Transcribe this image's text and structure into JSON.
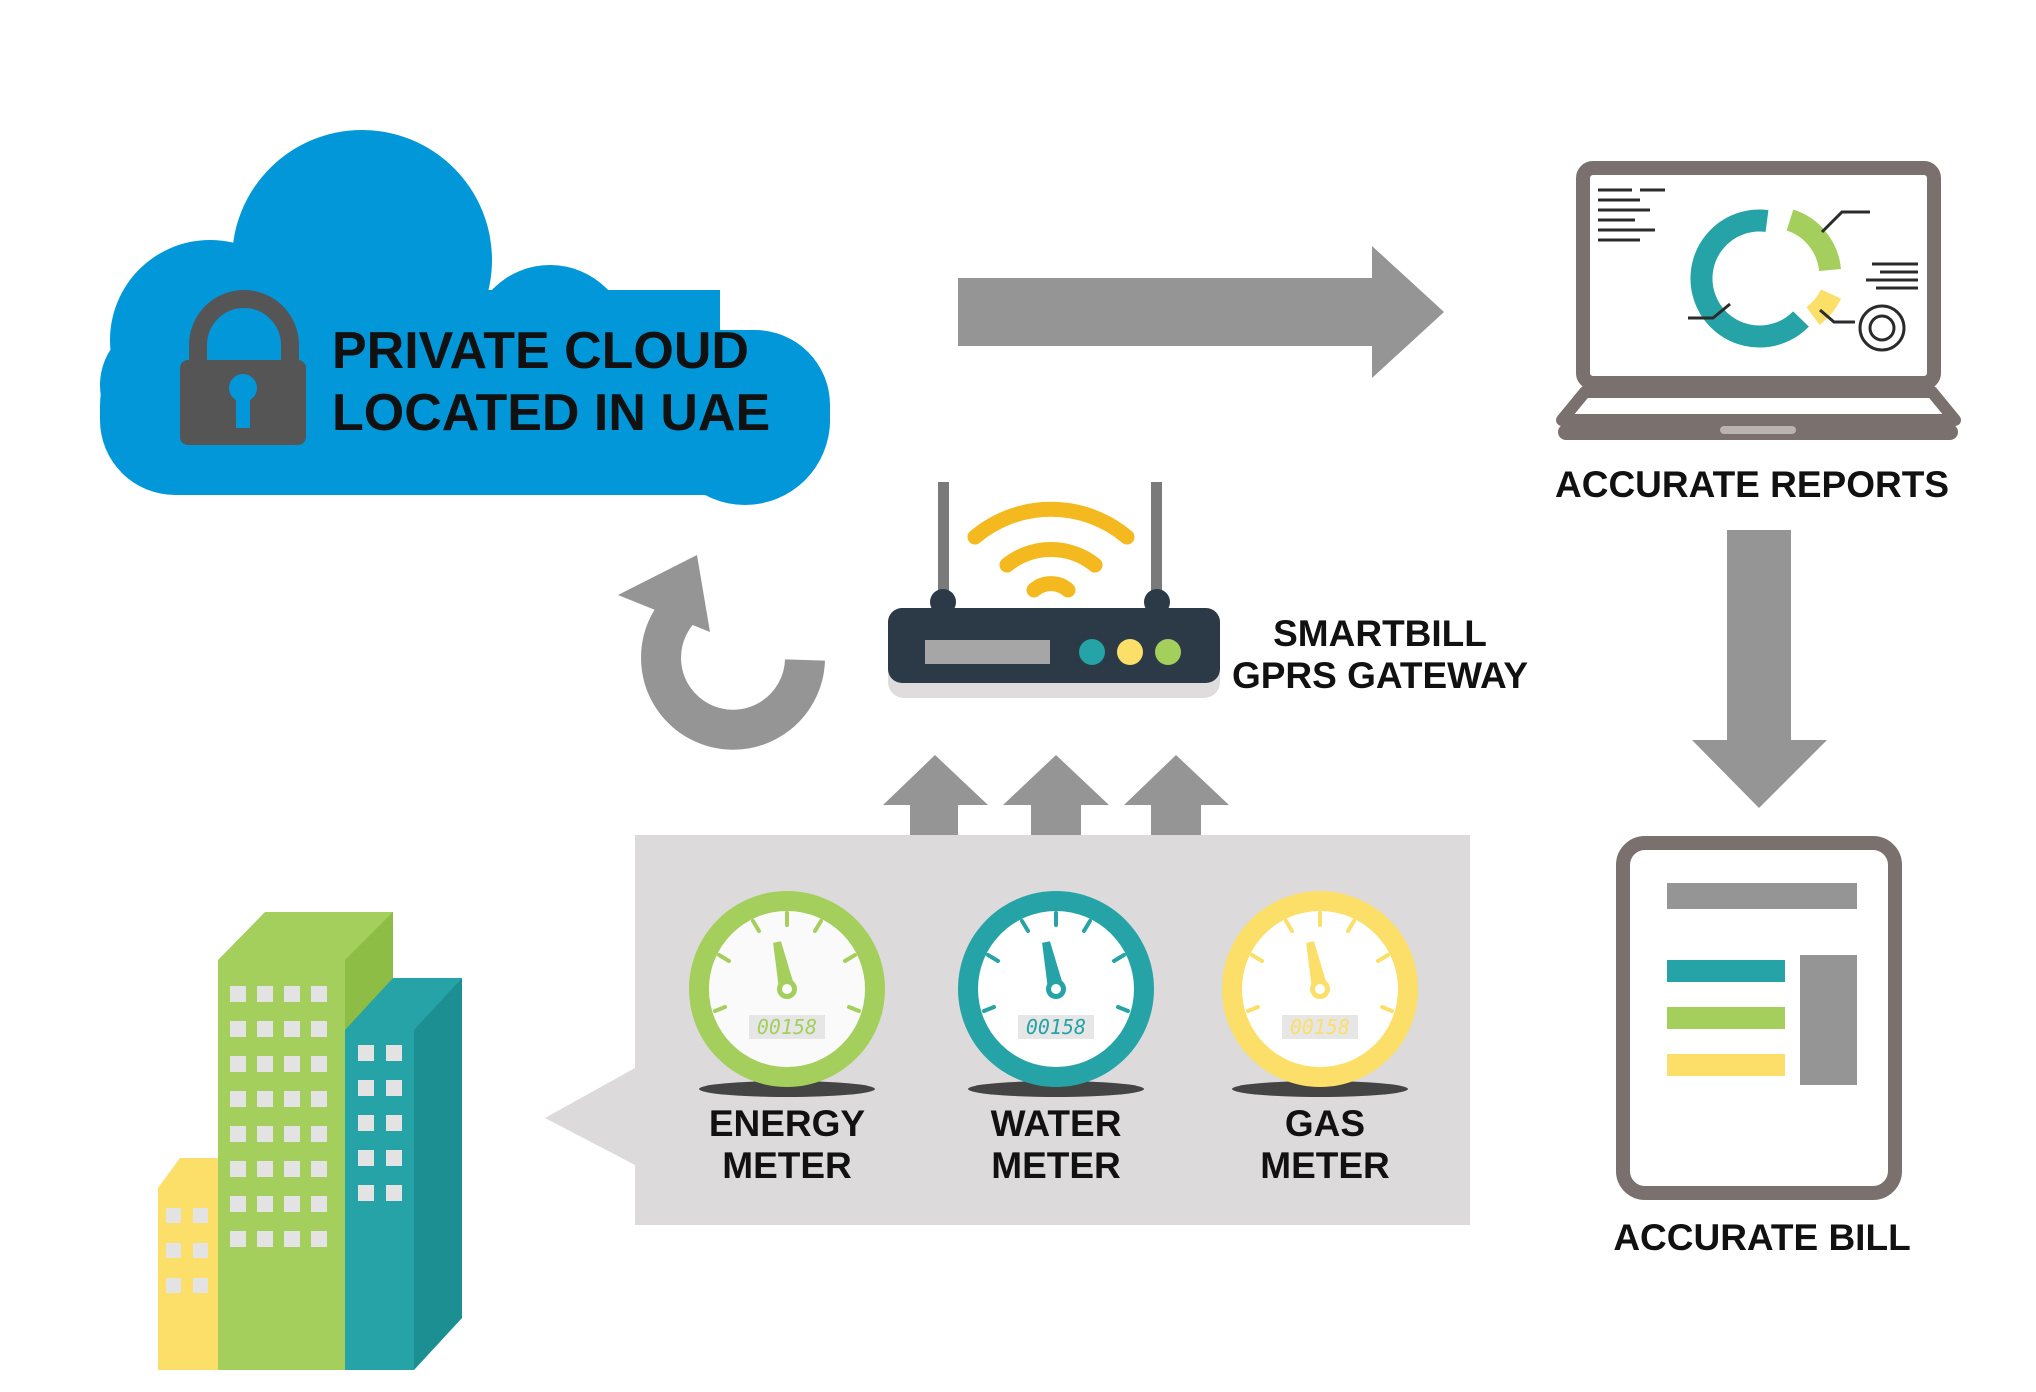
{
  "cloud": {
    "line1": "PRIVATE CLOUD",
    "line2": "LOCATED IN UAE"
  },
  "gateway": {
    "line1": "SMARTBILL",
    "line2": "GPRS GATEWAY"
  },
  "reports": {
    "label": "ACCURATE REPORTS"
  },
  "bill": {
    "label": "ACCURATE BILL"
  },
  "meters": [
    {
      "line1": "ENERGY",
      "line2": "METER",
      "reading": "00158",
      "color": "#a4cf5c"
    },
    {
      "line1": "WATER",
      "line2": "METER",
      "reading": "00158",
      "color": "#25a3a6"
    },
    {
      "line1": "GAS",
      "line2": "METER",
      "reading": "00158",
      "color": "#fbdf68"
    }
  ],
  "colors": {
    "cloud": "#0297d8",
    "lock": "#555555",
    "arrow": "#959595",
    "panel": "#dcdadb",
    "teal": "#25a3a6",
    "green": "#a4cf5c",
    "yellow": "#fbdf68",
    "router_body": "#2b3a46",
    "device_frame": "#7a706d"
  }
}
